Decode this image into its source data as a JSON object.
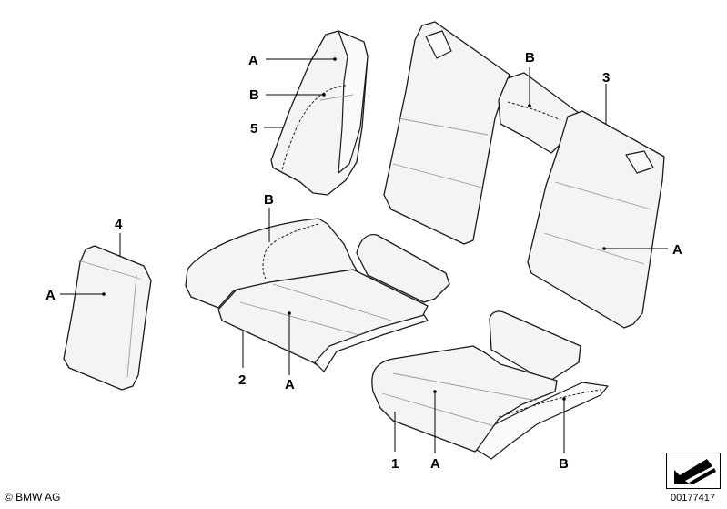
{
  "callouts": {
    "a_backrest_side": "A",
    "b_backrest_side": "B",
    "n5": "5",
    "b_center": "B",
    "n3": "3",
    "n4": "4",
    "a_side_panel": "A",
    "b_cushion_left": "B",
    "n2": "2",
    "a_cushion_left": "A",
    "a_backrest_right": "A",
    "n1": "1",
    "a_cushion_right": "A",
    "b_cushion_right": "B"
  },
  "footer": {
    "copyright": "© BMW AG",
    "diagram_id": "00177417"
  },
  "icons": {
    "corner": "direction-arrow-icon"
  }
}
